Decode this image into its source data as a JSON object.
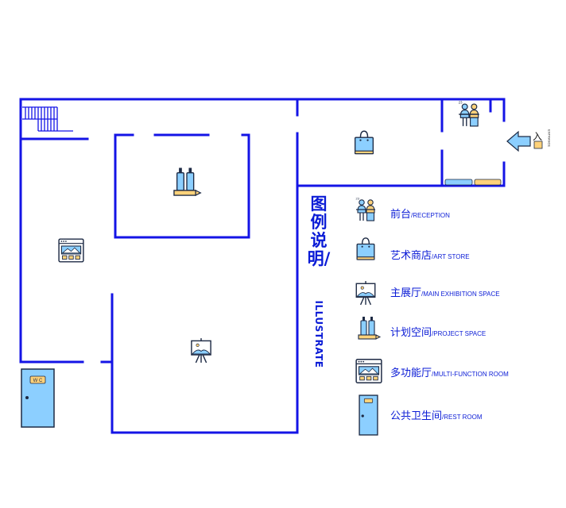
{
  "colors": {
    "wall": "#1414e6",
    "legend_text": "#0a1bd6",
    "icon_blue": "#8ccfff",
    "icon_yellow": "#ffd27a",
    "icon_stroke": "#1d2a44"
  },
  "entrance": {
    "zh": "入",
    "en": "ENTRANCE",
    "icon": "arrow-left-icon"
  },
  "legend": {
    "title": "图例说明/",
    "subtitle": "ILLUSTRATE",
    "items": [
      {
        "icon": "reception-icon",
        "zh": "前台",
        "en": "/RECEPTION"
      },
      {
        "icon": "shopping-bag-icon",
        "zh": "艺术商店",
        "en": "/ART STORE"
      },
      {
        "icon": "easel-icon",
        "zh": "主展厅",
        "en": "/MAIN EXHIBITION SPACE"
      },
      {
        "icon": "paint-tubes-icon",
        "zh": "计划空间",
        "en": "/PROJECT SPACE"
      },
      {
        "icon": "browser-window-icon",
        "zh": "多功能厅",
        "en": "/MULTI-FUNCTION ROOM"
      },
      {
        "icon": "door-icon",
        "zh": "公共卫生间",
        "en": "/REST ROOM"
      }
    ]
  },
  "wc_label": "W C"
}
